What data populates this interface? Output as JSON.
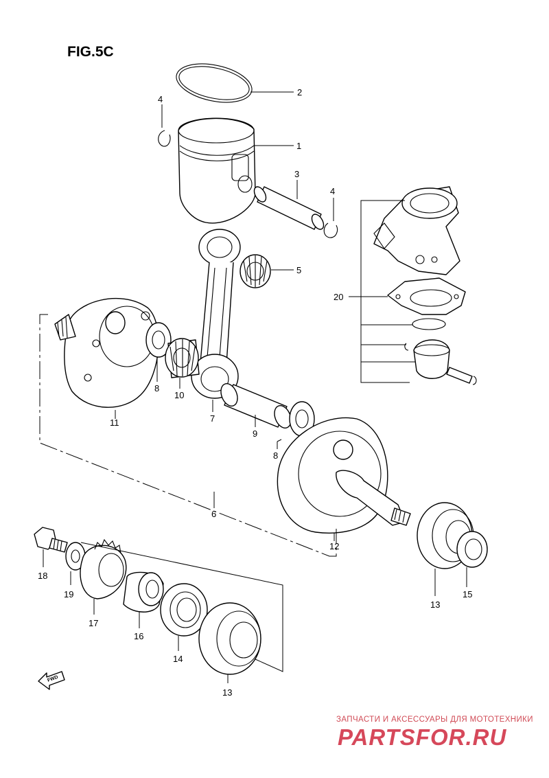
{
  "figure": {
    "title": "FIG.5C"
  },
  "callouts": {
    "c1": "1",
    "c2": "2",
    "c3": "3",
    "c4a": "4",
    "c4b": "4",
    "c5": "5",
    "c6": "6",
    "c7": "7",
    "c8a": "8",
    "c8b": "8",
    "c9": "9",
    "c10": "10",
    "c11": "11",
    "c12": "12",
    "c13a": "13",
    "c13b": "13",
    "c14": "14",
    "c15": "15",
    "c16": "16",
    "c17": "17",
    "c18": "18",
    "c19": "19",
    "c20": "20"
  },
  "fwd_arrow": {
    "label": "FWD"
  },
  "watermark": {
    "tagline": "ЗАПЧАСТИ И АКСЕССУАРЫ ДЛЯ МОТОТЕХНИКИ",
    "logo": "PARTSFOR.RU",
    "color": "#d6485a"
  }
}
